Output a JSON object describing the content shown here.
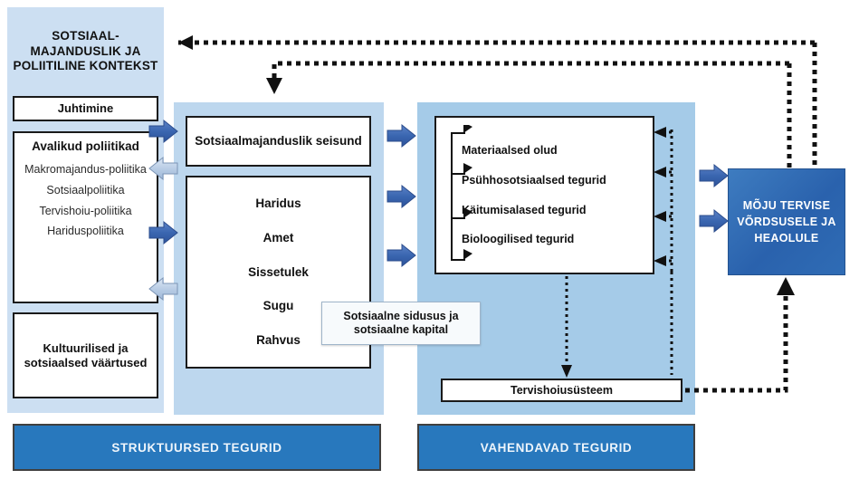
{
  "diagram": {
    "title_context": "SOTSIAAL-MAJANDUSLIK JA POLIITILINE KONTEKST",
    "colors": {
      "panel_left": "#ccdff2",
      "panel_mid": "#bdd7ee",
      "panel_right": "#a5cbe8",
      "banner": "#2878bd",
      "impact_box": "#2f6cb5",
      "arrow_dark": "#3a66b0",
      "arrow_light": "#b6cbe4",
      "outline": "#1a1a1a"
    }
  },
  "left_column": {
    "governance": "Juhtimine",
    "policies_header": "Avalikud poliitikad",
    "policies": [
      "Makromajandus-poliitika",
      "Sotsiaalpoliitika",
      "Tervishoiu-poliitika",
      "Hariduspoliitika"
    ],
    "values": "Kultuurilised ja sotsiaalsed väärtused"
  },
  "middle_column": {
    "ses": "Sotsiaalmajanduslik seisund",
    "determinants": [
      "Haridus",
      "Amet",
      "Sissetulek",
      "Sugu",
      "Rahvus"
    ]
  },
  "right_column": {
    "mediators": [
      "Materiaalsed olud",
      "Psühhosotsiaalsed tegurid",
      "Käitumisalased tegurid",
      "Bioloogilised tegurid"
    ],
    "health_system": "Tervishoiusüsteem"
  },
  "overlay": {
    "cohesion": "Sotsiaalne sidusus ja sotsiaalne kapital"
  },
  "impact": {
    "label": "MÕJU TERVISE VÕRDSUSELE JA HEAOLULE"
  },
  "banners": {
    "structural": "STRUKTUURSED TEGURID",
    "intermediary": "VAHENDAVAD TEGURID"
  }
}
